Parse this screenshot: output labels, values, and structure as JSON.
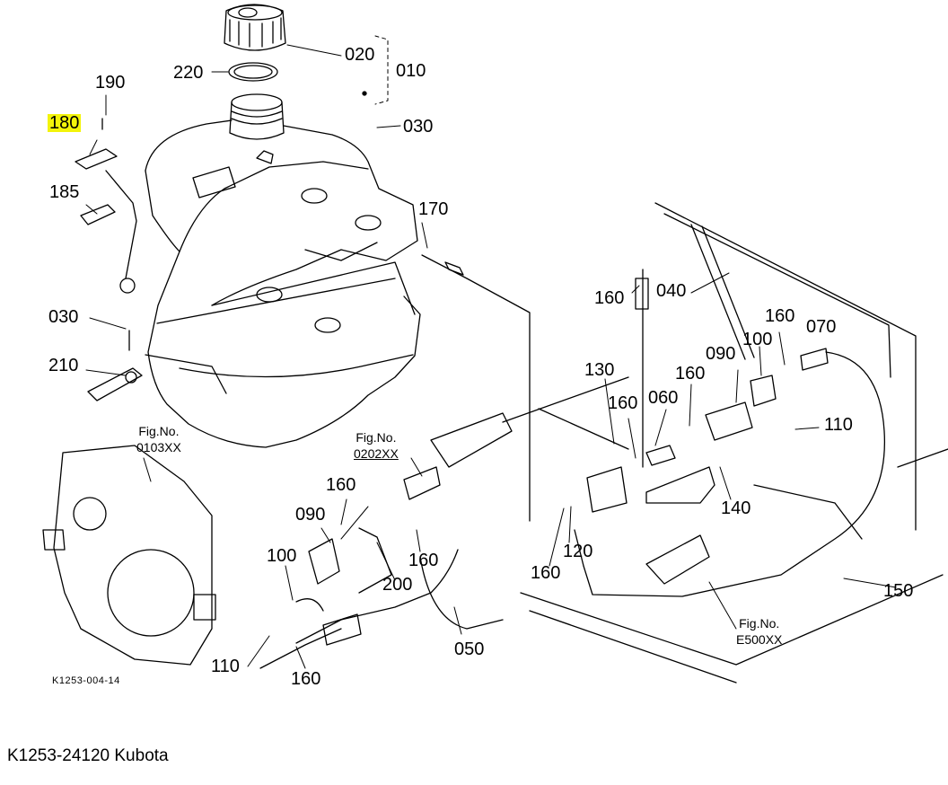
{
  "diagram": {
    "highlight_color": "#f3f40a",
    "callouts": [
      {
        "id": "c020",
        "text": "020"
      },
      {
        "id": "c010",
        "text": "010"
      },
      {
        "id": "c220",
        "text": "220"
      },
      {
        "id": "c190",
        "text": "190"
      },
      {
        "id": "c180",
        "text": "180",
        "highlighted": true
      },
      {
        "id": "c030a",
        "text": "030"
      },
      {
        "id": "c185",
        "text": "185"
      },
      {
        "id": "c170",
        "text": "170"
      },
      {
        "id": "c160a",
        "text": "160"
      },
      {
        "id": "c040",
        "text": "040"
      },
      {
        "id": "c030b",
        "text": "030"
      },
      {
        "id": "c210",
        "text": "210"
      },
      {
        "id": "c160b",
        "text": "160"
      },
      {
        "id": "c070",
        "text": "070"
      },
      {
        "id": "c100a",
        "text": "100"
      },
      {
        "id": "c090a",
        "text": "090"
      },
      {
        "id": "c130",
        "text": "130"
      },
      {
        "id": "c160c",
        "text": "160"
      },
      {
        "id": "c160d",
        "text": "160"
      },
      {
        "id": "c060",
        "text": "060"
      },
      {
        "id": "c110a",
        "text": "110"
      },
      {
        "id": "c160e",
        "text": "160"
      },
      {
        "id": "c140",
        "text": "140"
      },
      {
        "id": "c090b",
        "text": "090"
      },
      {
        "id": "c160f",
        "text": "160"
      },
      {
        "id": "c100b",
        "text": "100"
      },
      {
        "id": "c200",
        "text": "200"
      },
      {
        "id": "c120",
        "text": "120"
      },
      {
        "id": "c160g",
        "text": "160"
      },
      {
        "id": "c150",
        "text": "150"
      },
      {
        "id": "c110b",
        "text": "110"
      },
      {
        "id": "c050",
        "text": "050"
      },
      {
        "id": "c160h",
        "text": "160"
      }
    ],
    "fig_refs": [
      {
        "id": "f1",
        "label": "Fig.No.",
        "number": "0103XX"
      },
      {
        "id": "f2",
        "label": "Fig.No.",
        "number": "0202XX"
      },
      {
        "id": "f3",
        "label": "Fig.No.",
        "number": "E500XX"
      }
    ],
    "drawing_code": "K1253-004-14"
  },
  "caption": "K1253-24120 Kubota"
}
